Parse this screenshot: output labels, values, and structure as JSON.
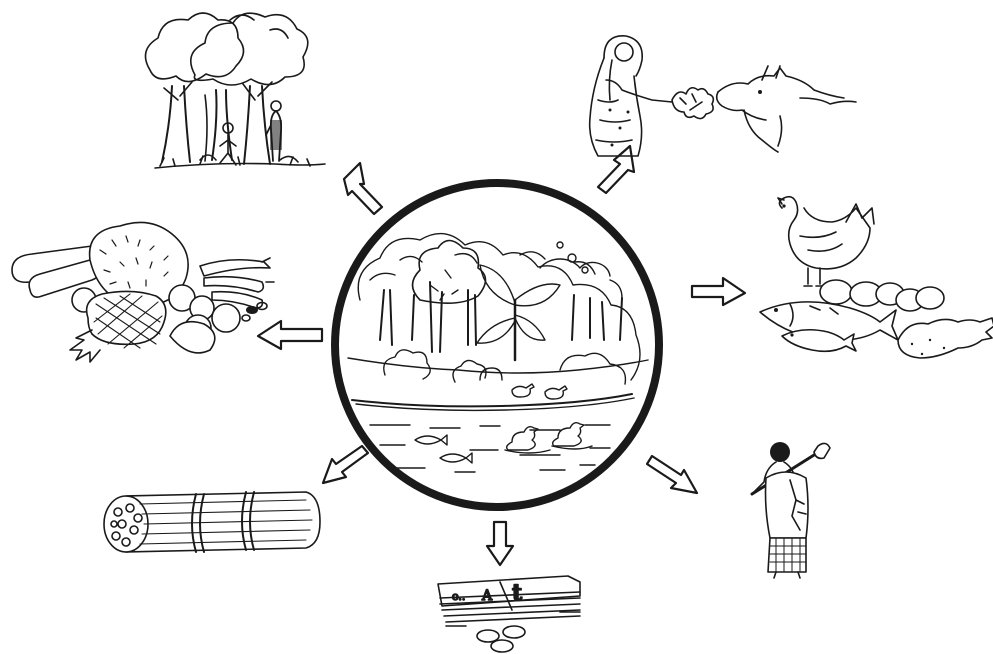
{
  "diagram": {
    "center": {
      "label": "",
      "icon": "pond-and-homestead-forest-icon"
    },
    "products": [
      {
        "id": "shade-trees",
        "icon": "shade-trees-icon"
      },
      {
        "id": "cattle-fodder",
        "icon": "woman-feeding-cow-icon"
      },
      {
        "id": "poultry-fish-eggs",
        "icon": "poultry-fish-eggs-icon"
      },
      {
        "id": "labor-work",
        "icon": "man-with-axe-icon"
      },
      {
        "id": "cash-income",
        "icon": "money-bills-coins-icon"
      },
      {
        "id": "firewood",
        "icon": "firewood-bundle-icon"
      },
      {
        "id": "fruits",
        "icon": "fruits-pile-icon"
      }
    ],
    "money_glyphs": {
      "letter_a": "A",
      "currency": "t",
      "dots": "o.."
    },
    "colors": {
      "ink": "#1a1a1a",
      "background": "#ffffff"
    }
  }
}
